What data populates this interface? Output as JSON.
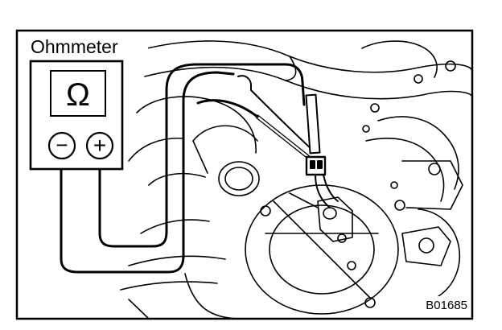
{
  "diagram": {
    "meter_label": "Ohmmeter",
    "meter_unit_symbol": "Ω",
    "terminal_negative": "−",
    "terminal_positive": "+",
    "figure_code": "B01685"
  }
}
